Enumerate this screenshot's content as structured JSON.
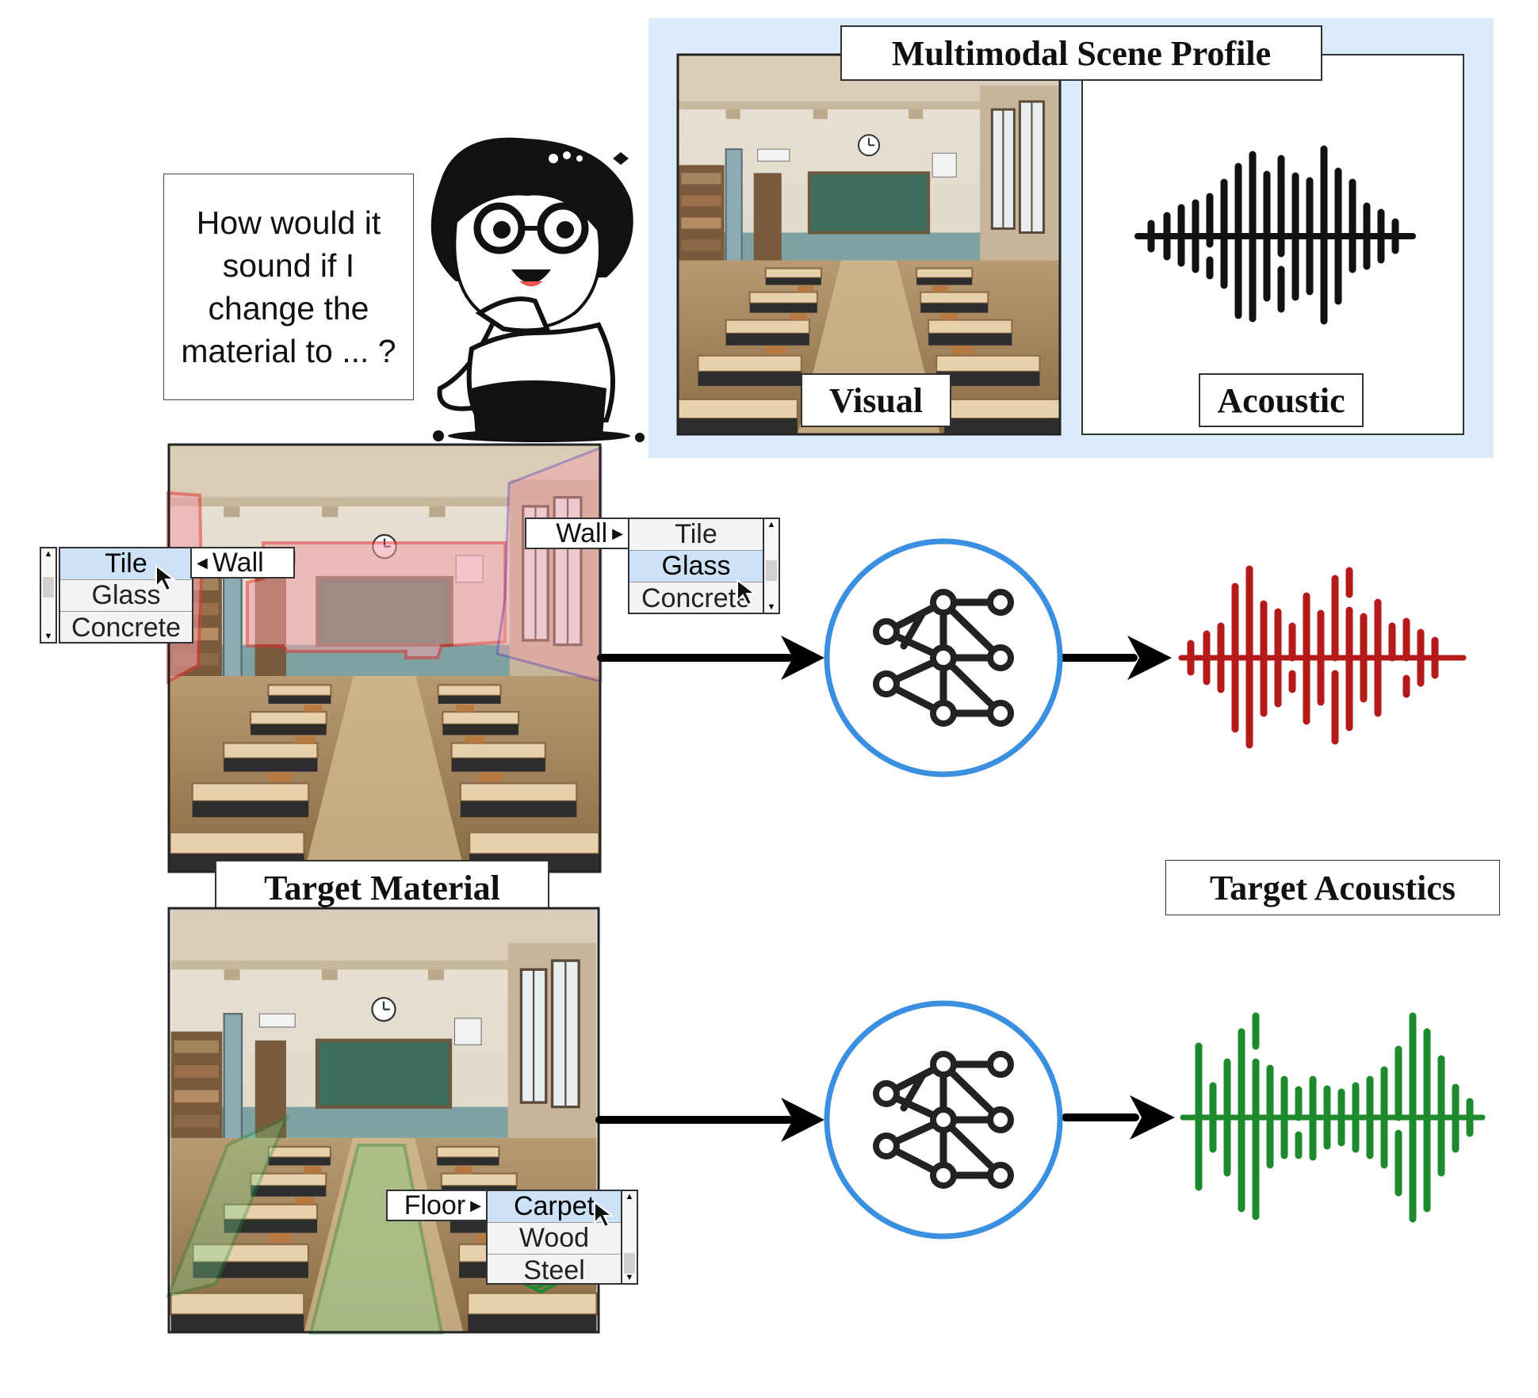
{
  "profile": {
    "title": "Multimodal Scene Profile",
    "visual_label": "Visual",
    "acoustic_label": "Acoustic"
  },
  "bubble_text": "How would it sound if I change the material to ... ?",
  "left_picker": {
    "category": "Wall",
    "options": [
      "Tile",
      "Glass",
      "Concrete"
    ],
    "selected": "Tile"
  },
  "right_picker": {
    "category": "Wall",
    "options": [
      "Tile",
      "Glass",
      "Concrete"
    ],
    "selected": "Glass"
  },
  "floor_picker": {
    "category": "Floor",
    "options": [
      "Carpet",
      "Wood",
      "Steel"
    ],
    "selected": "Carpet"
  },
  "target_material_label": "Target Material",
  "target_acoustics_label": "Target Acoustics",
  "colors": {
    "profile_bg": "#dcebfb",
    "circle": "#3b8fe0",
    "wave_original": "#111111",
    "wave_red": "#b51a1a",
    "wave_green": "#1d8a2e",
    "wall_highlight": "#e63333",
    "floor_highlight": "#1e8a36"
  },
  "icons": [
    "neural-network-icon",
    "cursor-icon",
    "classroom-image",
    "cartoon-girl"
  ]
}
